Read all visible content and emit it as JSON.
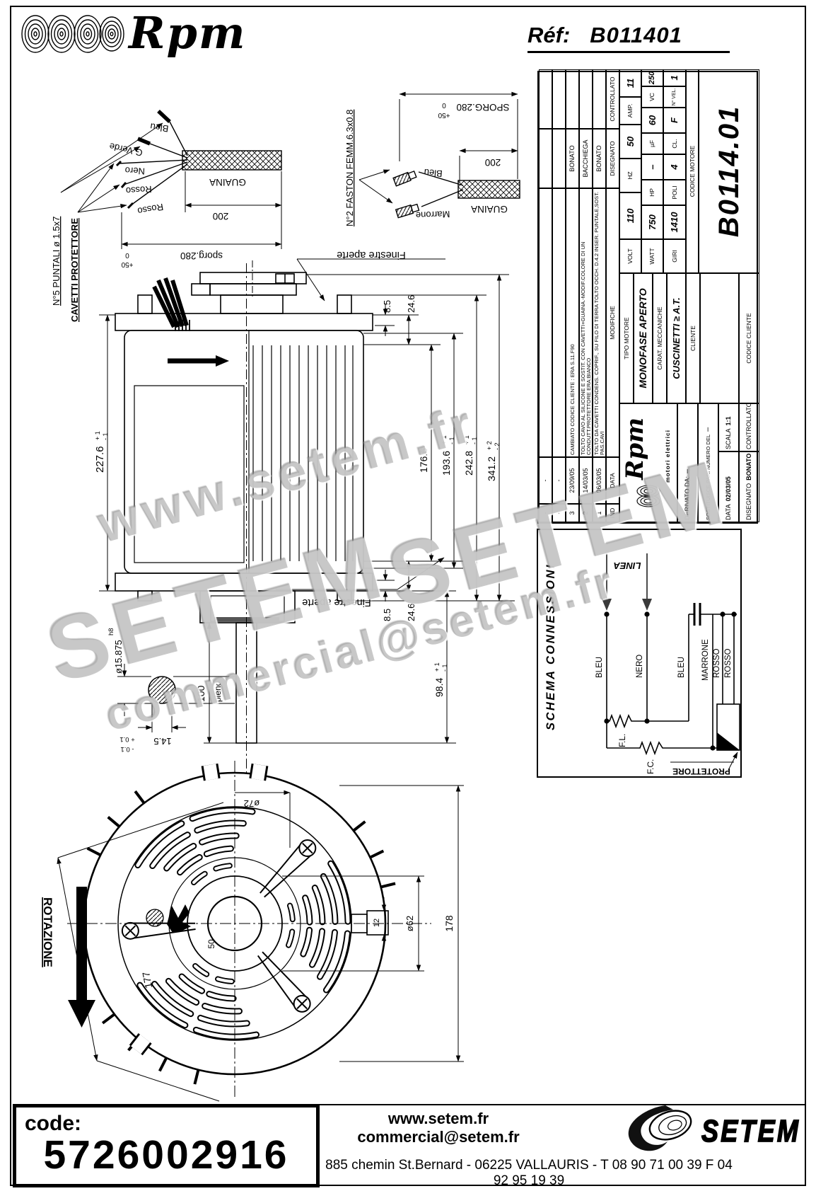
{
  "header": {
    "brand": "Rpm",
    "ref_label": "Réf:",
    "ref_value": "B011401"
  },
  "title_block": {
    "revisions": {
      "headers": {
        "ind": "IND",
        "data": "DATA",
        "modifiche": "MODIFICHE",
        "disegnato": "DISEGNATO",
        "controllato": "CONTROLLATO"
      },
      "rows": [
        {
          "ind": "-",
          "data": "-",
          "text": "",
          "name": ""
        },
        {
          "ind": "-",
          "data": "-",
          "text": "",
          "name": ""
        },
        {
          "ind": "3",
          "data": "23/09/05",
          "text": "CAMBIATO CODICE CLIENTE : ERA  S.11.F90",
          "name": "BONATO"
        },
        {
          "ind": "2",
          "data": "14/03/05",
          "text": "TOLTO CAVO AL SILICONE E SOSTIT. CON CAVETTI+GUAINA.-MODIF.COLORE DI UN CONDUTT.PROTETTORE ERA:BIANCO",
          "name": "BACCHIEGA"
        },
        {
          "ind": "1",
          "data": "06/03/05",
          "text": "TOLTO DA CAVETTI CONDENS. COPRIF., SU FILO DI TERRA TOLTO OCCH. D.4.2 INSER. PUNTALE,SOST. PAS.CAVI",
          "name": "BONATO"
        }
      ]
    },
    "tipo_motore_label": "TIPO MOTORE",
    "tipo_motore": "MONOFASE APERTO",
    "carat_label": "CARAT. MECCANICHE",
    "carat": "CUSCINETTI ≥ A.T.",
    "specs": {
      "volt_label": "VOLT",
      "volt": "110",
      "hz_label": "HZ",
      "hz": "50",
      "amp_label": "AMP.",
      "amp": "11",
      "watt_label": "WATT",
      "watt": "750",
      "hp_label": "HP",
      "hp": "–",
      "uf_label": "µF",
      "uf": "60",
      "vc_label": "VC",
      "vc": "250",
      "giri_label": "GIRI",
      "giri": "1410",
      "poli_label": "POLI",
      "poli": "4",
      "cl_label": "CL.",
      "cl": "F",
      "vel_label": "N° VEL.",
      "vel": "1"
    },
    "cliente_label": "CLIENTE",
    "codice_cliente_label": "CODICE CLIENTE",
    "codice_motore_label": "CODICE MOTORE",
    "codice_motore": "B0114.01",
    "logo_brand": "Rpm",
    "logo_sub": "motori elettrici",
    "derivato_label": "DERIVATO DA:",
    "derivato": "–",
    "sostituisce_label": "SOSTITUISCE PARI NUMERO DEL",
    "sostituisce": "–",
    "data_label": "DATA",
    "data": "02/03/05",
    "scala_label": "SCALA",
    "scala": "1:1",
    "disegnato_label": "DISEGNATO",
    "disegnato": "BONATO",
    "controllato_label": "CONTROLLATO"
  },
  "schema": {
    "title": "SCHEMA CONNESSIONI",
    "linea": "LINEA",
    "wire1": "BLEU",
    "wire2": "NERO",
    "wire3": "BLEU",
    "wire4": "MARRONE",
    "wire5": "ROSSO",
    "wire6": "ROSSO",
    "fl": "F.L.",
    "fc": "F.C.",
    "protettore": "PROTETTORE"
  },
  "detail_a": {
    "label_puntali": "N°5 PUNTALI ø 1.5x7",
    "label_cavetti": "CAVETTI PROTETTORE",
    "w1": "Bleu",
    "w2": "G.Verde",
    "w3": "Nero",
    "w4": "Rosso",
    "w5": "Rosso",
    "guaina": "GUAINA",
    "dim_200": "200",
    "dim_sporg": "sporg.280",
    "tol_plus": "+50",
    "tol_zero": "0"
  },
  "detail_b": {
    "label": "N°2 FASTON FEMM.6.3x0.8",
    "w1": "Bleu",
    "w2": "Marrone",
    "guaina": "GUAINA",
    "dim_200": "200",
    "dim_sporg": "SPORG.280",
    "tol_plus": "+50",
    "tol_zero": "0"
  },
  "side_view": {
    "d85_top": "8.5",
    "d246_top": "24.6",
    "d85_bot": "8.5",
    "d246_bot": "24.6",
    "d1766": "176.6",
    "d1936": "193.6",
    "d1936_tp": "+ 1",
    "d1936_tm": "- 1",
    "d2428": "242.8",
    "d2428_tp": "+ 1",
    "d2428_tm": "- 1",
    "d3412": "341.2",
    "d3412_tp": "+ 2",
    "d3412_tm": "- 2",
    "d2276": "227.6",
    "d2276_tp": "+ 1",
    "d2276_tm": "- 1",
    "d984": "98.4",
    "d984_tp": "+ 1",
    "d984_tm": "- 1",
    "d100": "100",
    "pieno": "pieno",
    "shaft_dia": "ø15.875",
    "shaft_fit": "h8",
    "d145": "14.5",
    "d145_tp": "+ 0.1",
    "d145_tm": "- 0.1",
    "finestre_top": "Finestre aperte",
    "finestre_bot": "Finestre aperte"
  },
  "front_view": {
    "rotazione": "ROTAZIONE",
    "d177": "177",
    "d72": "ø72",
    "d62": "ø62",
    "d178": "178",
    "d12": "12",
    "d50": "50"
  },
  "watermarks": {
    "w1": "www.setem.fr",
    "w2": "SETEM",
    "w3": "SETEM",
    "w4": "commercial@setem.fr"
  },
  "footer": {
    "code_label": "code:",
    "code_value": "5726002916",
    "web": "www.setem.fr",
    "email": "commercial@setem.fr",
    "address": "885 chemin St.Bernard  -  06225 VALLAURIS  -  T 08 90 71 00 39   F 04 92 95 19 39",
    "logo": "SETEM"
  }
}
